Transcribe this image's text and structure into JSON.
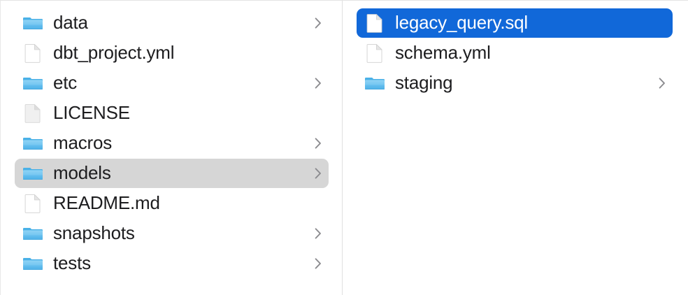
{
  "window": {
    "app": "Finder",
    "view_mode": "column-view",
    "background_color": "#ffffff",
    "divider_color": "#e0e0e0"
  },
  "colors": {
    "selection_active": "#1168d9",
    "selection_active_text": "#ffffff",
    "selection_inactive": "#d6d6d6",
    "text": "#1d1d1f",
    "chevron": "#8a8a8e",
    "folder_front": "#6fc3ef",
    "folder_back": "#3ba7e0",
    "file_page": "#ffffff",
    "file_page_alt": "#efefef"
  },
  "columns": [
    {
      "name": "column-one",
      "items": [
        {
          "label": "data",
          "kind": "folder",
          "icon": "folder-icon",
          "has_chevron": true,
          "selected": "none"
        },
        {
          "label": "dbt_project.yml",
          "kind": "file",
          "icon": "file-icon",
          "has_chevron": false,
          "selected": "none"
        },
        {
          "label": "etc",
          "kind": "folder",
          "icon": "folder-icon",
          "has_chevron": true,
          "selected": "none"
        },
        {
          "label": "LICENSE",
          "kind": "file",
          "icon": "file-icon-alt",
          "has_chevron": false,
          "selected": "none"
        },
        {
          "label": "macros",
          "kind": "folder",
          "icon": "folder-icon",
          "has_chevron": true,
          "selected": "none"
        },
        {
          "label": "models",
          "kind": "folder",
          "icon": "folder-icon",
          "has_chevron": true,
          "selected": "inactive"
        },
        {
          "label": "README.md",
          "kind": "file",
          "icon": "file-icon",
          "has_chevron": false,
          "selected": "none"
        },
        {
          "label": "snapshots",
          "kind": "folder",
          "icon": "folder-icon",
          "has_chevron": true,
          "selected": "none"
        },
        {
          "label": "tests",
          "kind": "folder",
          "icon": "folder-icon",
          "has_chevron": true,
          "selected": "none"
        }
      ]
    },
    {
      "name": "column-two",
      "items": [
        {
          "label": "legacy_query.sql",
          "kind": "file",
          "icon": "file-icon",
          "has_chevron": false,
          "selected": "active"
        },
        {
          "label": "schema.yml",
          "kind": "file",
          "icon": "file-icon",
          "has_chevron": false,
          "selected": "none"
        },
        {
          "label": "staging",
          "kind": "folder",
          "icon": "folder-icon",
          "has_chevron": true,
          "selected": "none"
        }
      ]
    }
  ]
}
